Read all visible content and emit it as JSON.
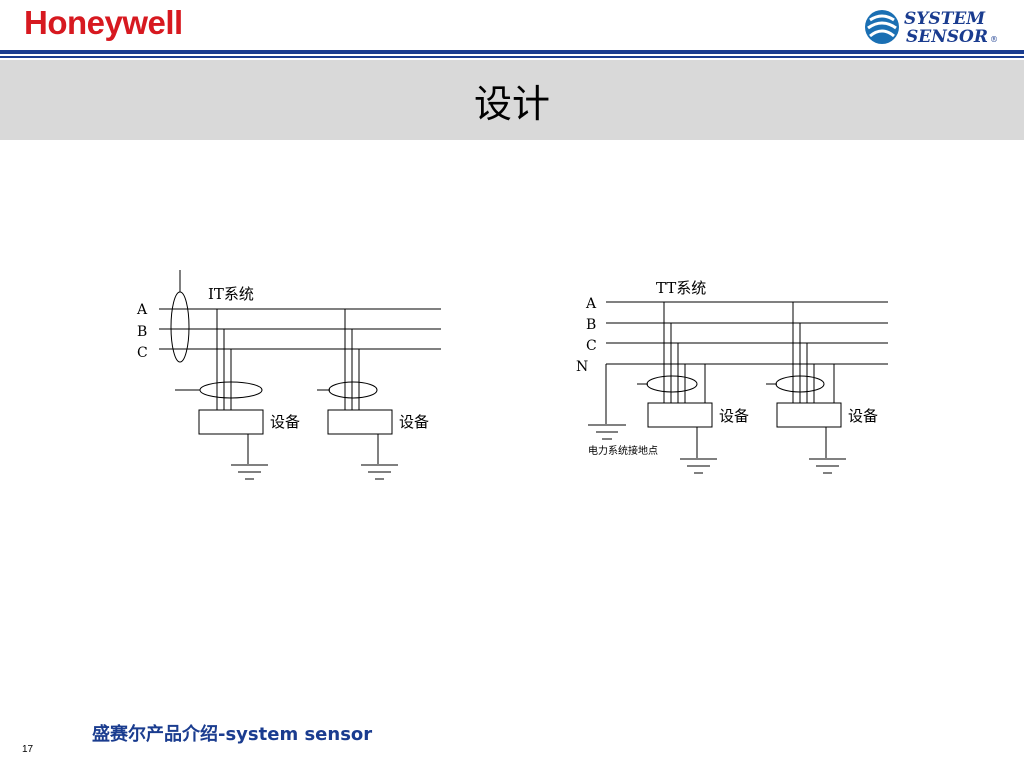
{
  "header": {
    "logo_text": "Honeywell",
    "brand_line1": "SYSTEM",
    "brand_line2": "SENSOR",
    "brand_reg": "®"
  },
  "title": "设计",
  "it_diagram": {
    "system_label": "IT系统",
    "phases": [
      "A",
      "B",
      "C"
    ],
    "equipment_labels": [
      "设备",
      "设备"
    ]
  },
  "tt_diagram": {
    "system_label": "TT系统",
    "phases": [
      "A",
      "B",
      "C",
      "N"
    ],
    "equipment_labels": [
      "设备",
      "设备"
    ],
    "ground_label": "电力系统接地点"
  },
  "footer": {
    "text": "盛赛尔产品介绍-system sensor",
    "page_number": "17"
  },
  "colors": {
    "logo_red": "#d71920",
    "rule_blue": "#1a3c8f",
    "band_gray": "#d9d9d9"
  }
}
